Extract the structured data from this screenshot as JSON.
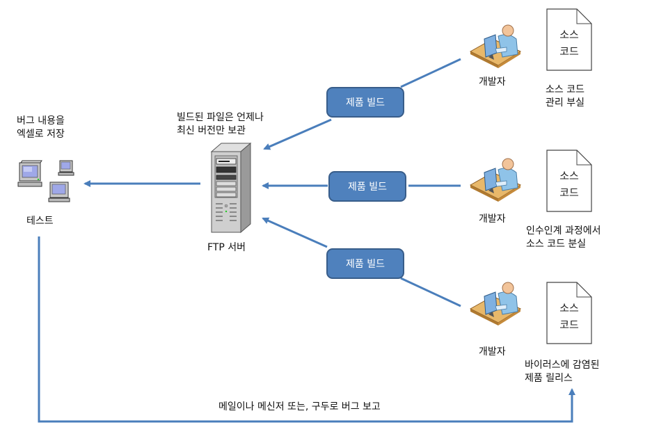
{
  "test_node": {
    "note_line1": "버그 내용을",
    "note_line2": "엑셀로 저장",
    "label": "테스트"
  },
  "server_node": {
    "note_line1": "빌드된 파일은 언제나",
    "note_line2": "최신 버전만 보관",
    "label": "FTP 서버"
  },
  "build_boxes": [
    {
      "label": "제품 빌드"
    },
    {
      "label": "제품 빌드"
    },
    {
      "label": "제품 빌드"
    }
  ],
  "developers": [
    {
      "label": "개발자",
      "doc_line1": "소스",
      "doc_line2": "코드",
      "issue_line1": "소스 코드",
      "issue_line2": "관리 부실"
    },
    {
      "label": "개발자",
      "doc_line1": "소스",
      "doc_line2": "코드",
      "issue_line1": "인수인계 과정에서",
      "issue_line2": "소스 코드 분실"
    },
    {
      "label": "개발자",
      "doc_line1": "소스",
      "doc_line2": "코드",
      "issue_line1": "바이러스에 감염된",
      "issue_line2": "제품 릴리스"
    }
  ],
  "feedback_label": "메일이나 메신저 또는, 구두로 버그 보고",
  "colors": {
    "arrow": "#4a7ebb",
    "build_fill": "#4f81bd",
    "build_border": "#385d8a"
  }
}
